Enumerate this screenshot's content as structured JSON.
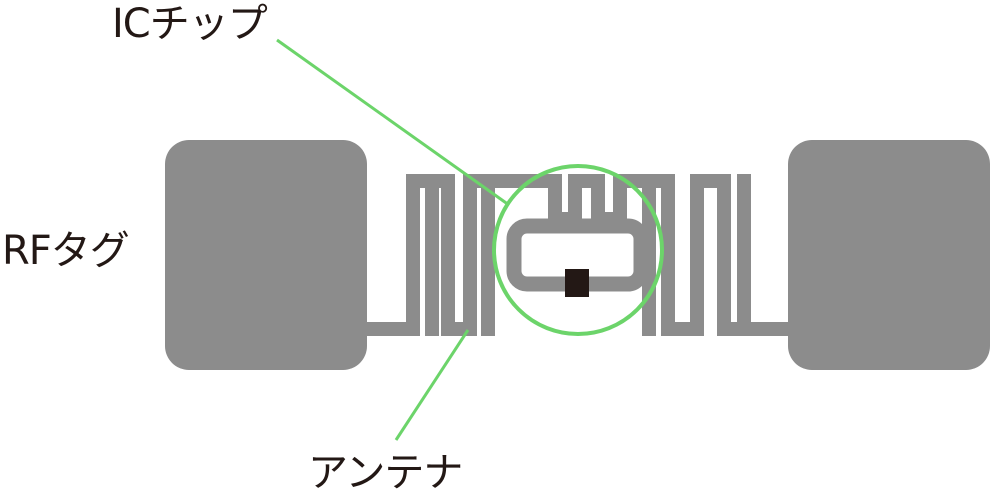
{
  "labels": {
    "ic_chip": "ICチップ",
    "rf_tag": "RFタグ",
    "antenna": "アンテナ"
  },
  "colors": {
    "pad": "#8c8c8c",
    "trace": "#8c8c8c",
    "chip": "#231815",
    "callout": "#6cd46a",
    "text": "#231815"
  }
}
